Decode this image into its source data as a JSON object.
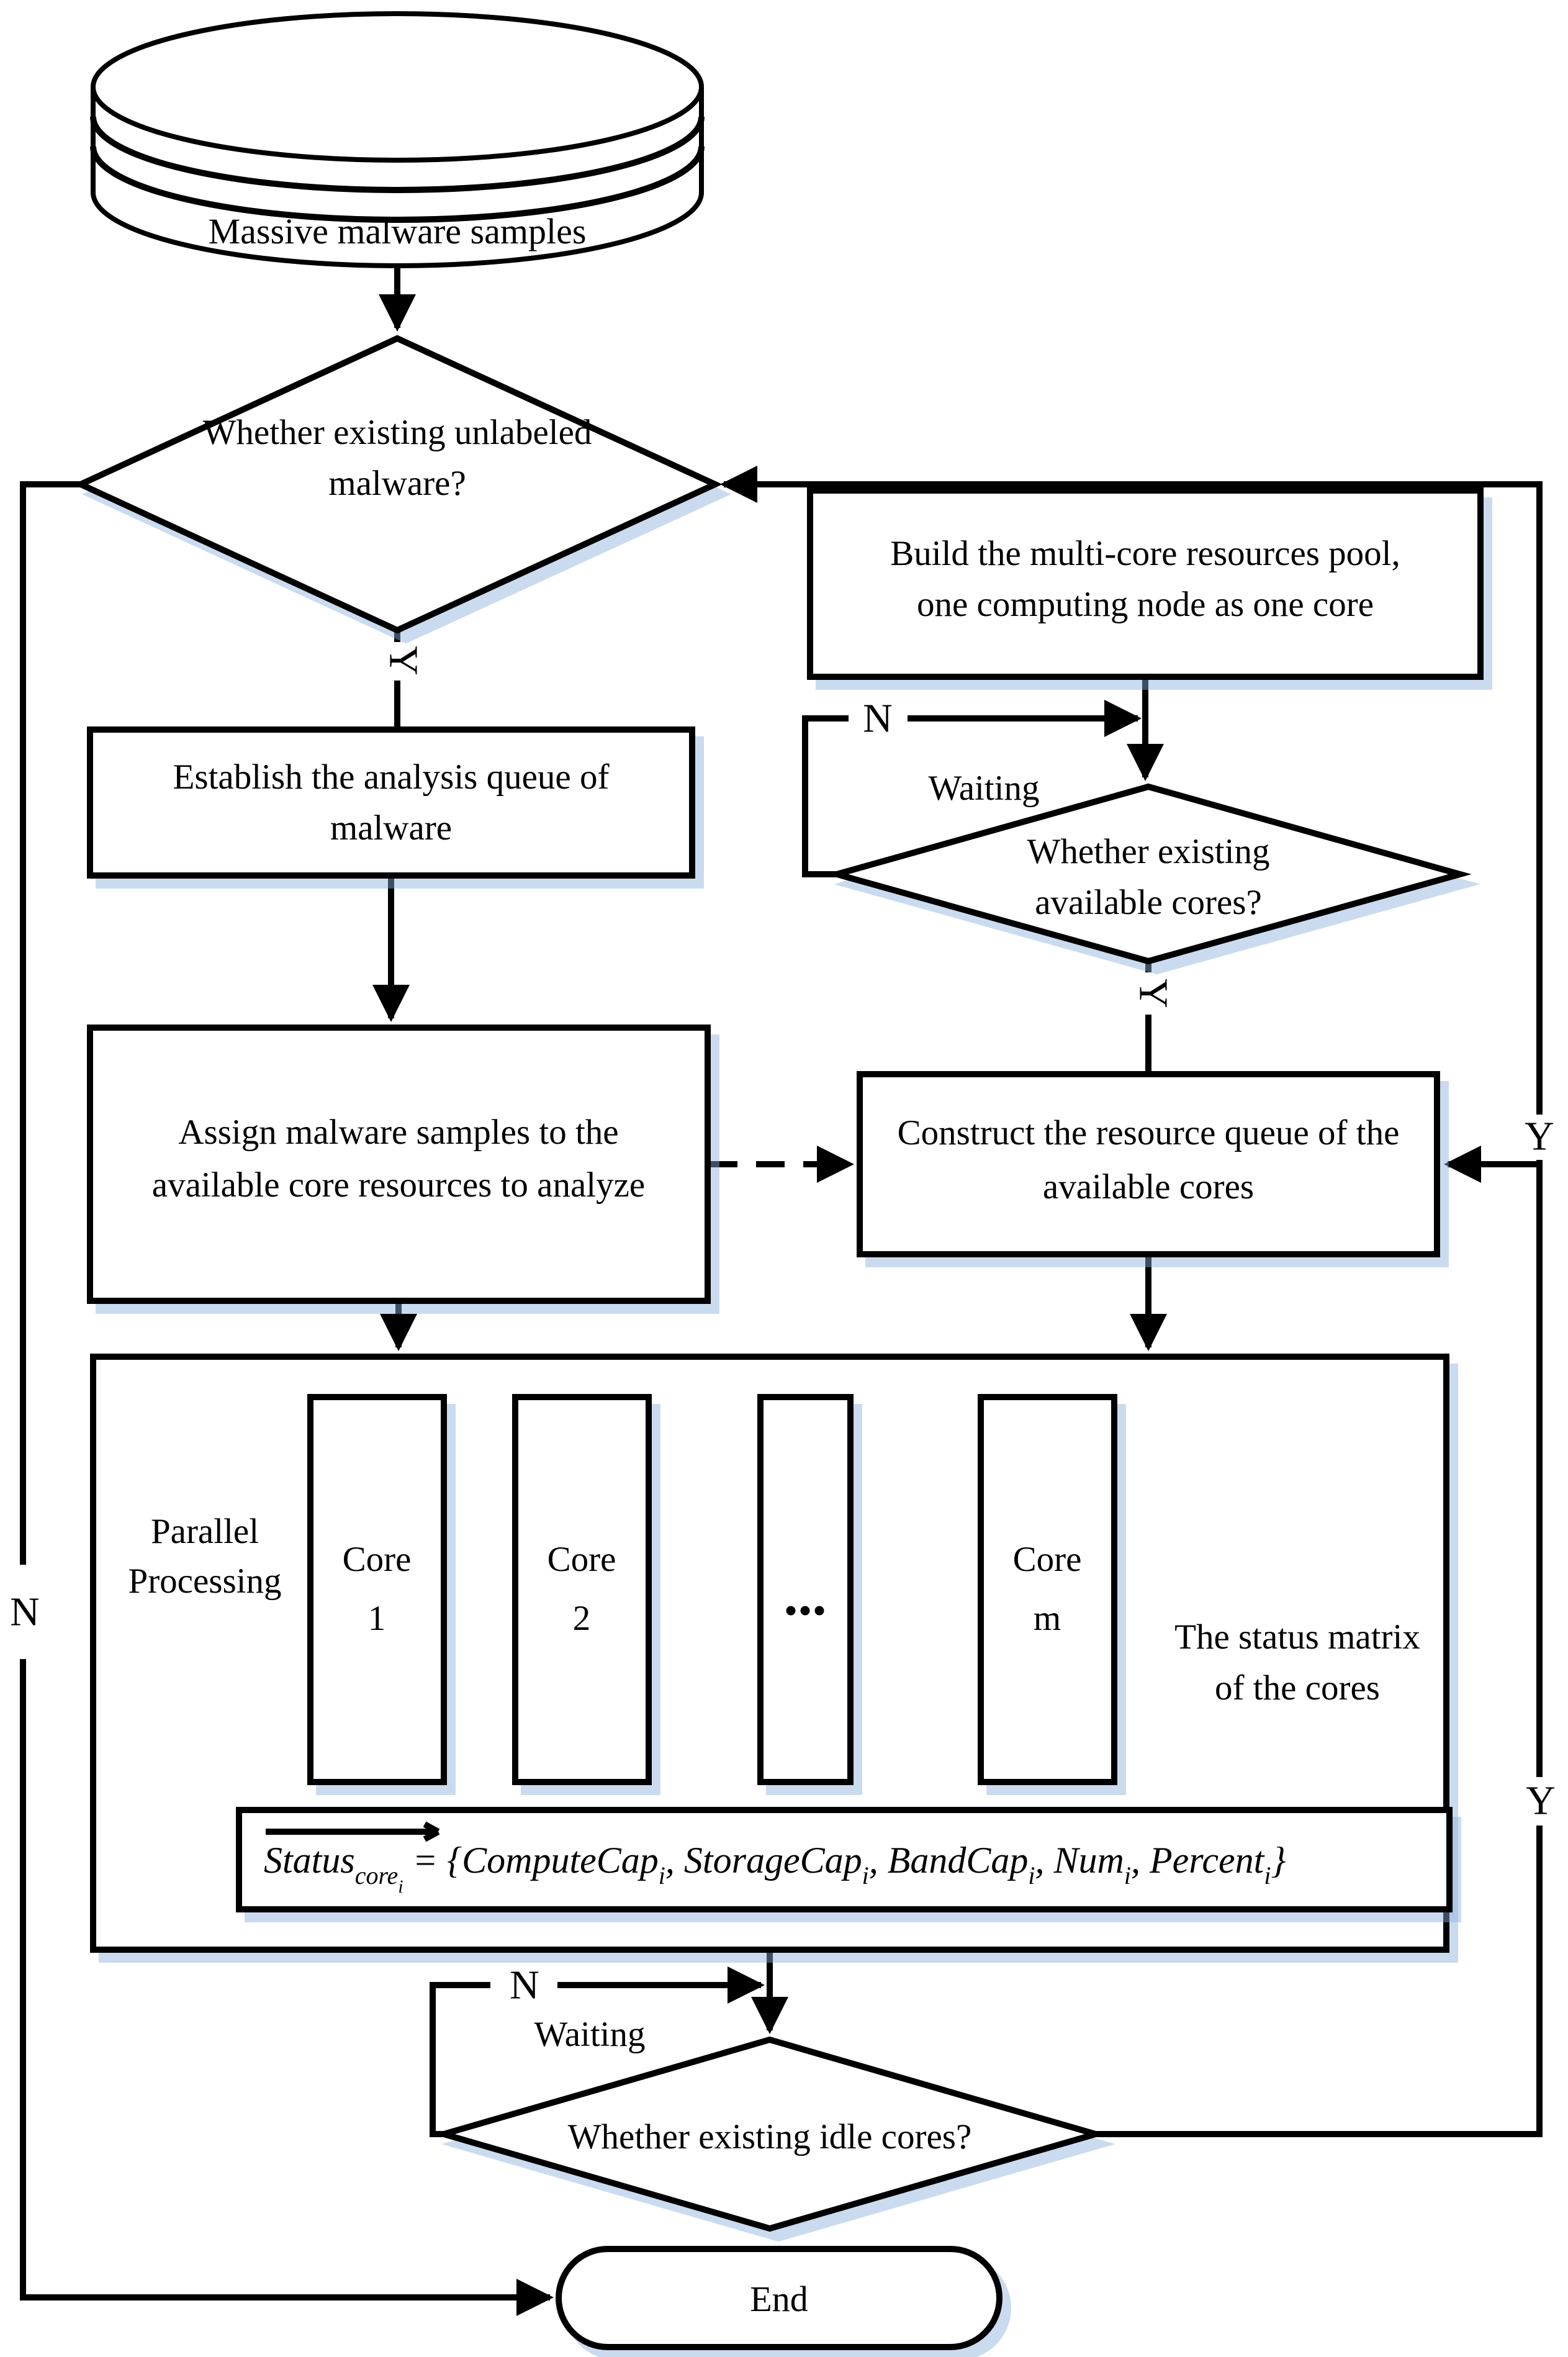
{
  "figure": {
    "background": "#ffffff",
    "stroke_color": "#000000",
    "shadow_color": "#8cafdc"
  },
  "nodes": {
    "database": {
      "label": "Massive malware samples"
    },
    "decision_unlabeled": {
      "lines": [
        "Whether existing unlabeled",
        "malware?"
      ]
    },
    "build_pool": {
      "lines": [
        "Build the multi-core resources pool,",
        "one computing node as one core"
      ]
    },
    "establish_queue": {
      "lines": [
        "Establish the analysis queue of",
        "malware"
      ]
    },
    "waiting_top": {
      "label": "Waiting"
    },
    "decision_available": {
      "lines": [
        "Whether existing",
        "available cores?"
      ]
    },
    "assign_samples": {
      "lines": [
        "Assign malware samples to the",
        "available core resources to analyze"
      ]
    },
    "construct_queue": {
      "lines": [
        "Construct the resource queue of the",
        "available cores"
      ]
    },
    "parallel_block": {
      "lines": [
        "Parallel",
        "Processing"
      ]
    },
    "core_1": {
      "lines": [
        "Core",
        "1"
      ]
    },
    "core_2": {
      "lines": [
        "Core",
        "2"
      ]
    },
    "core_ellipsis": {
      "label": "..."
    },
    "core_m": {
      "lines": [
        "Core",
        "m"
      ]
    },
    "status_note": {
      "lines": [
        "The status matrix",
        "of the cores"
      ]
    },
    "decision_idle": {
      "label": "Whether existing idle cores?"
    },
    "waiting_bottom": {
      "label": "Waiting"
    },
    "end": {
      "label": "End"
    }
  },
  "edge_labels": {
    "unlabeled_yes": "Y",
    "unlabeled_no": "N",
    "available_no": "N",
    "available_yes": "Y",
    "idle_no": "N",
    "idle_yes_to_construct": "Y",
    "idle_yes_to_top": "Y"
  },
  "formula": {
    "lead": "Status",
    "lead_sub": "core",
    "lead_sub_index": "i",
    "equals": " = {",
    "terms": [
      {
        "t": "ComputeCap",
        "s": "i",
        "sep": ", "
      },
      {
        "t": "StorageCap",
        "s": "i",
        "sep": ", "
      },
      {
        "t": "BandCap",
        "s": "i",
        "sep": ", "
      },
      {
        "t": "Num",
        "s": "i",
        "sep": ", "
      },
      {
        "t": "Percent",
        "s": "i",
        "sep": "}"
      }
    ]
  }
}
